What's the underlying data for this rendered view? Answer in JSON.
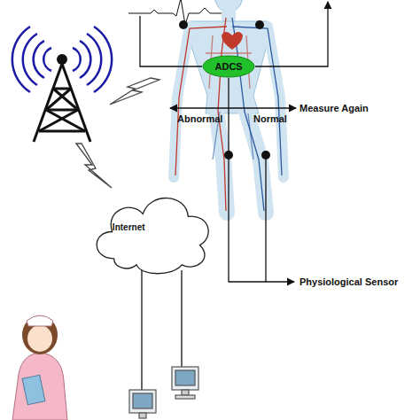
{
  "diagram": {
    "nodes": [
      {
        "text": [
          "ADCS"
        ]
      },
      {
        "text": [
          "Internet"
        ]
      }
    ],
    "labels": [
      "Abnormal",
      "Normal",
      "Measure Again",
      "Physiological Sensor"
    ]
  }
}
